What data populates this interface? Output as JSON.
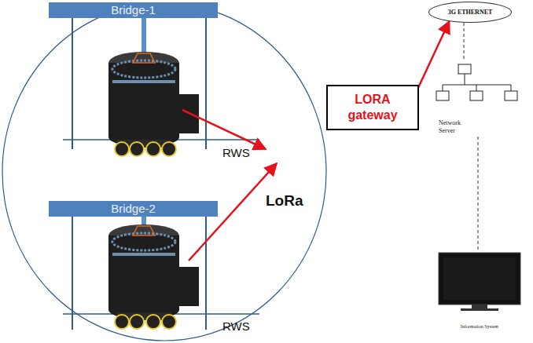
{
  "diagram": {
    "nodes": [
      {
        "text": [
          "Bridge-1"
        ]
      },
      {
        "text": [
          "Bridge-2"
        ]
      },
      {
        "text": [
          "LORA gateway"
        ]
      },
      {
        "text": [
          "3G ETHERNET"
        ]
      },
      {
        "text": [
          "Network Server"
        ]
      },
      {
        "text": [
          "Information System"
        ]
      }
    ],
    "edges": [
      {
        "from": 2,
        "to": 3,
        "arrow": "to"
      },
      {
        "from": 3,
        "to": 4,
        "arrow": "none"
      },
      {
        "from": 4,
        "to": 5,
        "arrow": "none"
      }
    ],
    "labels": [
      "RWS",
      "LoRa",
      "RWS"
    ]
  }
}
